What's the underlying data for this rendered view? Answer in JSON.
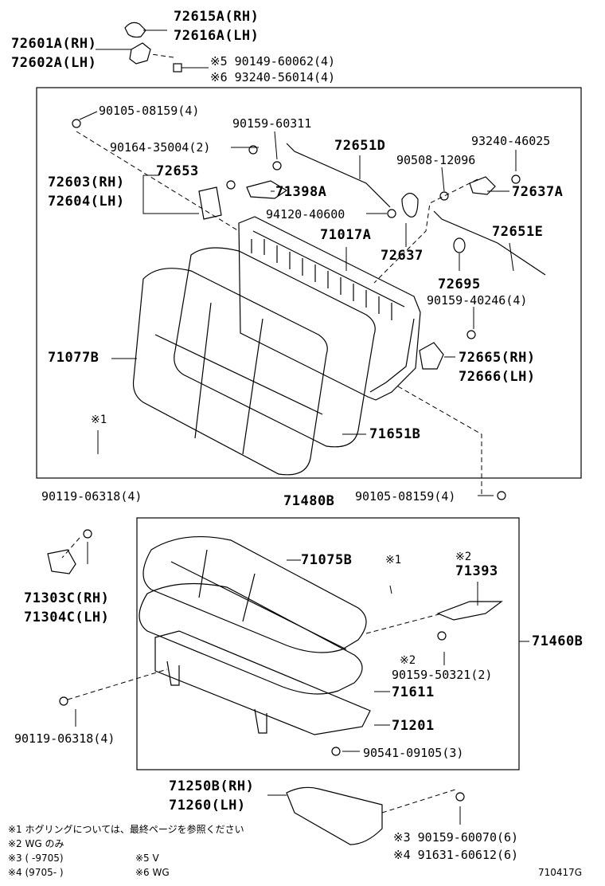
{
  "diagram_code": "710417G",
  "labels": {
    "l72615": "72615A(RH)",
    "l72616": "72616A(LH)",
    "l72601": "72601A(RH)",
    "l72602": "72602A(LH)",
    "l90149": "※5 90149-60062(4)",
    "l93240a": "※6 93240-56014(4)",
    "l90105a": "90105-08159(4)",
    "l90159a": "90159-60311",
    "l93240b": "93240-46025",
    "l90164": "90164-35004(2)",
    "l72651d": "72651D",
    "l90508": "90508-12096",
    "l72603": "72603(RH)",
    "l72604": "72604(LH)",
    "l72653": "72653",
    "l71398": "71398A",
    "l72637a": "72637A",
    "l94120": "94120-40600",
    "l71017": "71017A",
    "l72651e": "72651E",
    "l72637": "72637",
    "l72695": "72695",
    "l90159b": "90159-40246(4)",
    "l71077": "71077B",
    "l72665": "72665(RH)",
    "l72666": "72666(LH)",
    "l71651": "71651B",
    "lmark1a": "※1",
    "lmark1b": "※1",
    "l90119a": "90119-06318(4)",
    "l71480": "71480B",
    "l90105b": "90105-08159(4)",
    "l71075": "71075B",
    "lmark2a": "※2",
    "l71393": "71393",
    "l71303": "71303C(RH)",
    "l71304": "71304C(LH)",
    "l71460": "71460B",
    "lmark2b": "※2",
    "l90159c": "90159-50321(2)",
    "l71611": "71611",
    "l90119b": "90119-06318(4)",
    "l71201": "71201",
    "l90541": "90541-09105(3)",
    "l71250": "71250B(RH)",
    "l71260": "71260(LH)",
    "l90159d": "※3 90159-60070(6)",
    "l91631": "※4 91631-60612(6)"
  },
  "footnotes": [
    "※1  ホグリングについては、最終ページを参照ください",
    "※2  WG のみ",
    "※3  (      -9705)",
    "※4  (9705-       )",
    "※5  V",
    "※6  WG"
  ]
}
